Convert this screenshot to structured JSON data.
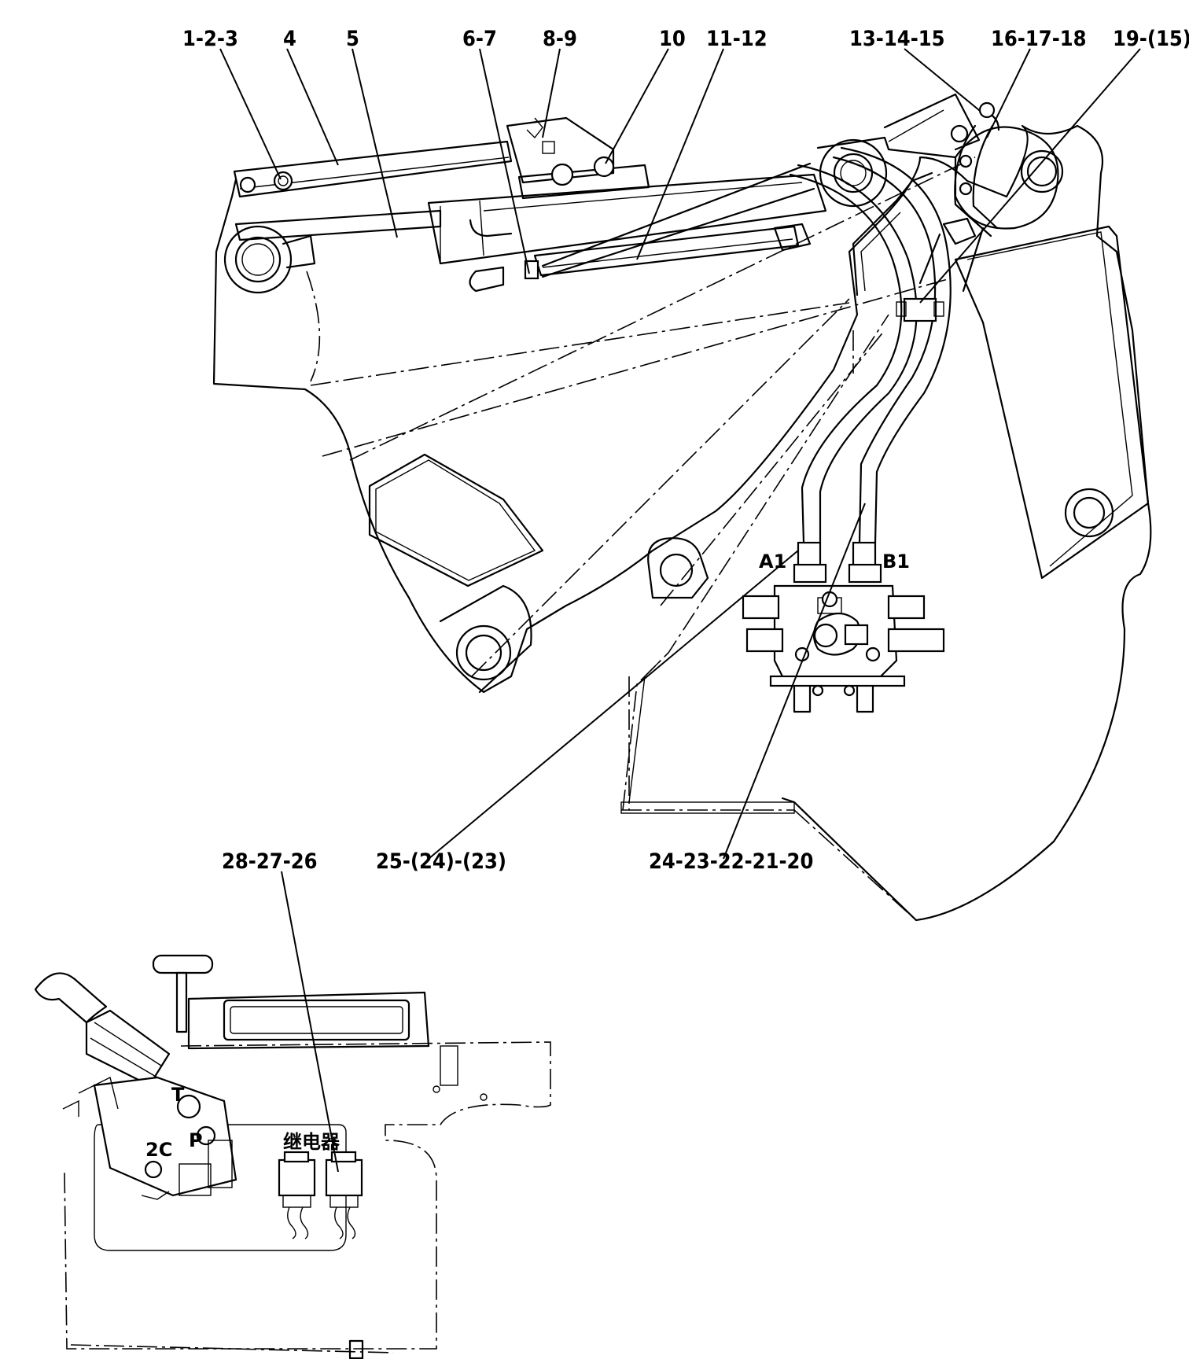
{
  "callouts": {
    "c1": "1-2-3",
    "c4": "4",
    "c5": "5",
    "c6": "6-7",
    "c8": "8-9",
    "c10": "10",
    "c11": "11-12",
    "c13": "13-14-15",
    "c16": "16-17-18",
    "c19": "19-(15)",
    "c25": "25-(24)-(23)",
    "c24": "24-23-22-21-20",
    "c28": "28-27-26"
  },
  "ports": {
    "a1": "A1",
    "b1": "B1",
    "t": "T",
    "p": "P",
    "p2c": "2C"
  },
  "relay_label": "继电器"
}
